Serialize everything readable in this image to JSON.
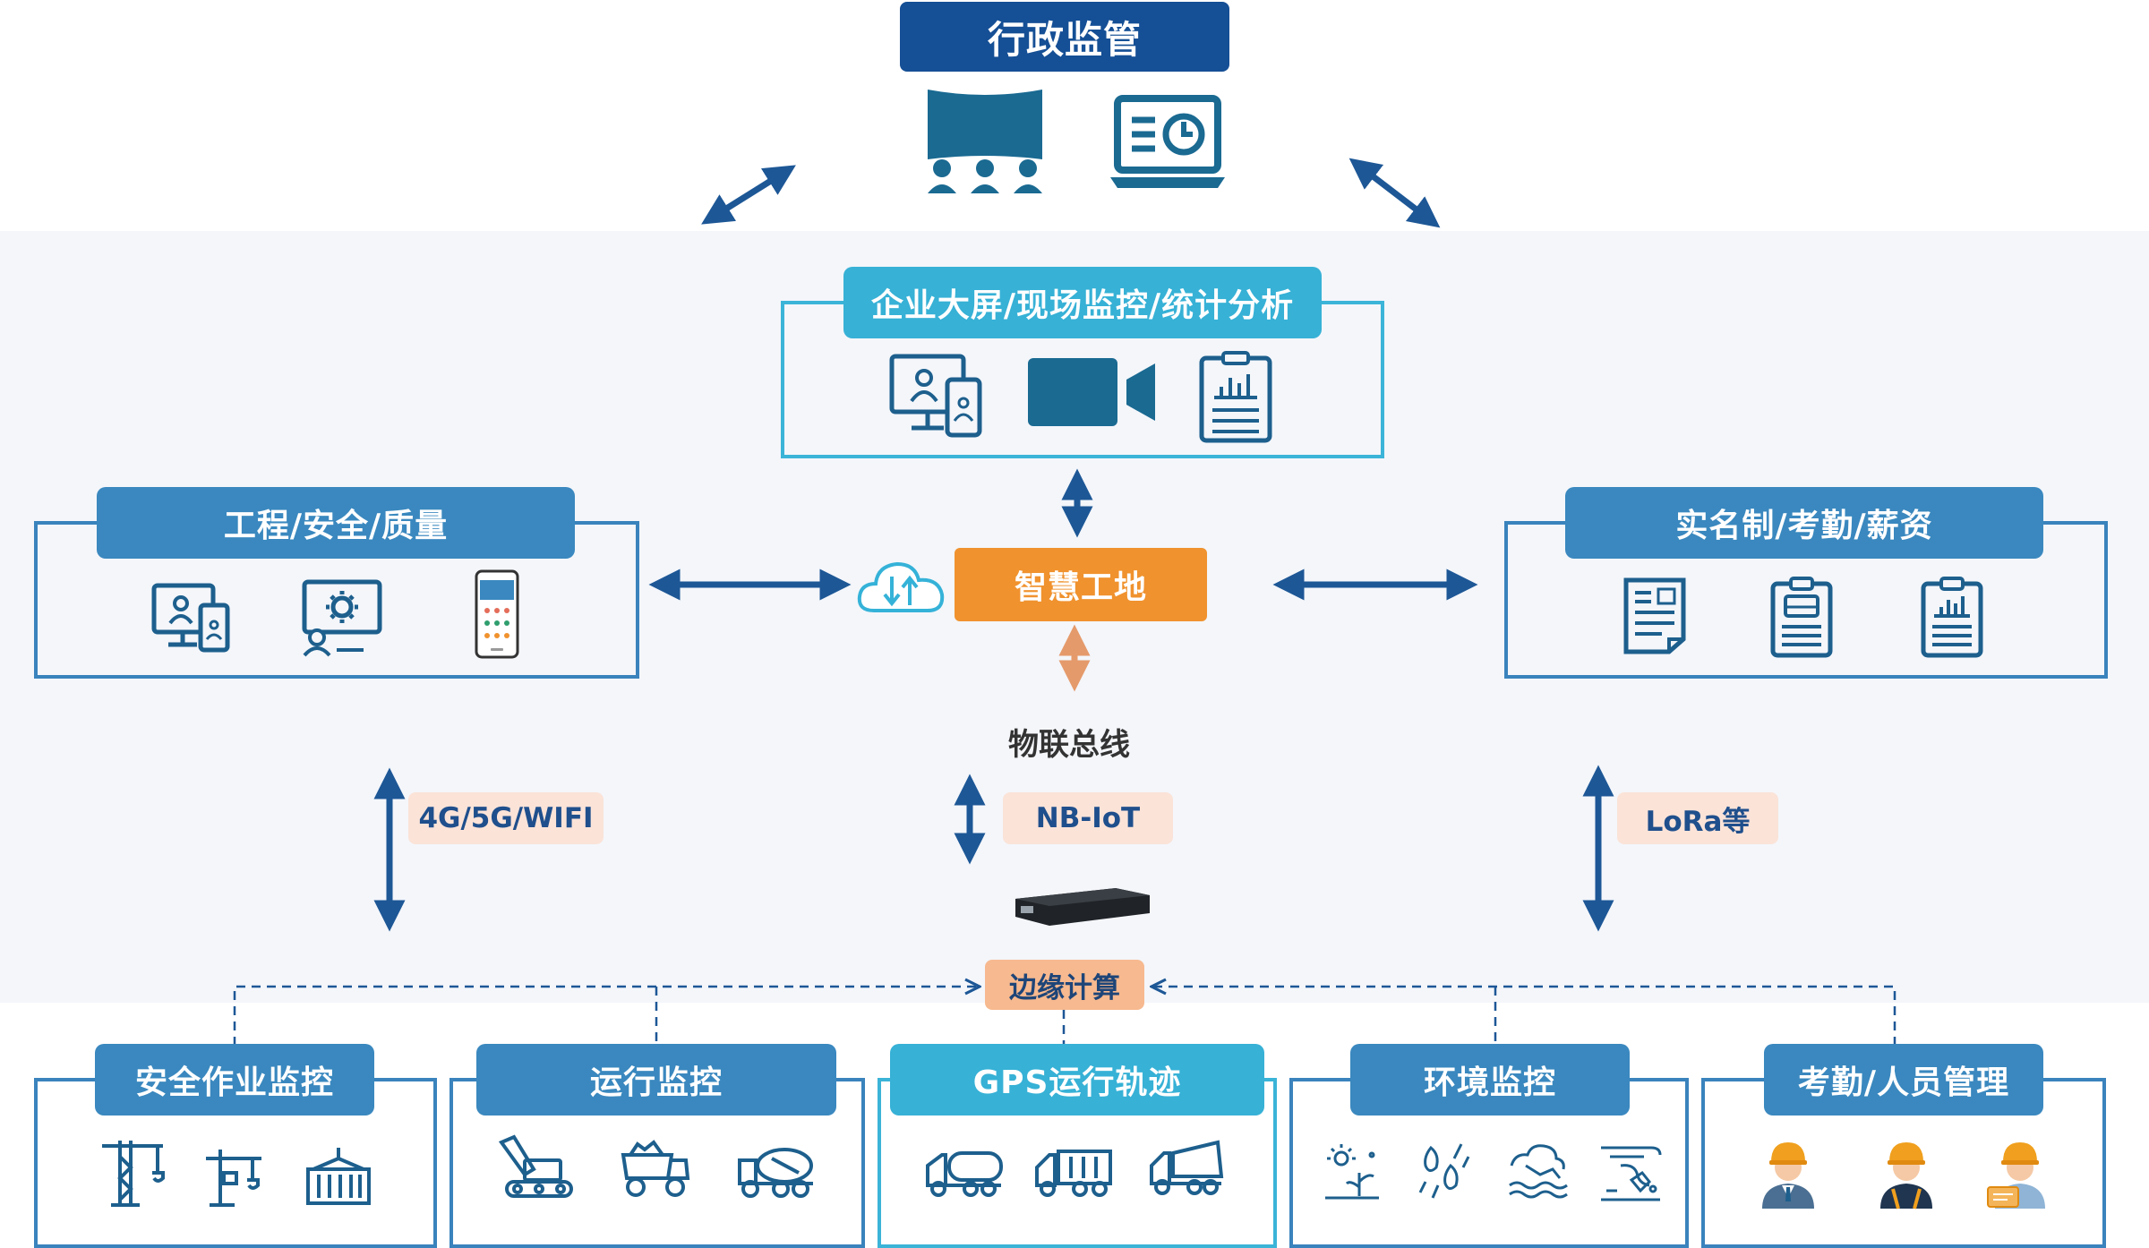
{
  "top": {
    "title": "行政监管"
  },
  "enterprise": {
    "title": "企业大屏/现场监控/统计分析"
  },
  "left_panel": {
    "title": "工程/安全/质量"
  },
  "right_panel": {
    "title": "实名制/考勤/薪资"
  },
  "hub": {
    "title": "智慧工地"
  },
  "bus": {
    "label": "物联总线"
  },
  "networks": {
    "left": "4G/5G/WIFI",
    "center": "NB-IoT",
    "right": "LoRa等"
  },
  "edge": {
    "label": "边缘计算"
  },
  "modules": [
    {
      "title": "安全作业监控"
    },
    {
      "title": "运行监控"
    },
    {
      "title": "GPS运行轨迹"
    },
    {
      "title": "环境监控"
    },
    {
      "title": "考勤/人员管理"
    }
  ],
  "colors": {
    "navy": "#154f95",
    "blue": "#3a88bf",
    "teal": "#37b1d6",
    "orange": "#f0922e",
    "icon": "#1d5f8d",
    "peach_tag": "#fbe3d8"
  },
  "icons": [
    "presentation-screen-icon",
    "monitor-report-icon",
    "desktop-mobile-icon",
    "video-camera-icon",
    "clipboard-chart-icon",
    "desktop-user-icon",
    "gear-monitor-icon",
    "smartphone-app-icon",
    "cloud-sync-icon",
    "document-icon",
    "clipboard-bus-icon",
    "clipboard-bars-icon",
    "edge-device-icon",
    "tower-crane-icon",
    "crane-hook-icon",
    "container-icon",
    "excavator-icon",
    "dump-truck-icon",
    "mixer-truck-icon",
    "tanker-truck-icon",
    "cargo-truck-icon",
    "tipper-truck-icon",
    "sun-plant-icon",
    "rain-icon",
    "flood-icon",
    "wind-icon",
    "worker-tie-icon",
    "worker-vest-icon",
    "worker-badge-icon"
  ]
}
